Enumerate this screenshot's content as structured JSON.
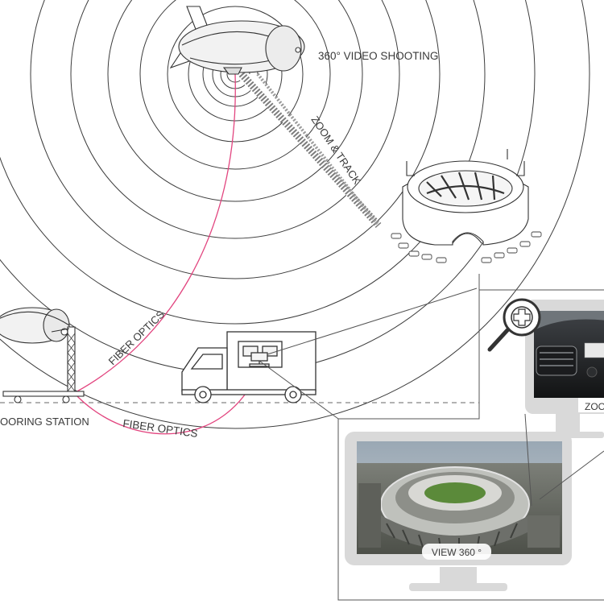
{
  "labels": {
    "video_shooting": "360° VIDEO SHOOTING",
    "zoom_track": "ZOOM & TRACK",
    "fiber_optics_upper": "FIBER OPTICS",
    "fiber_optics_lower": "FIBER OPTICS",
    "mooring_station": "OORING STATION",
    "view_360": "VIEW 360 °",
    "zoom_label": "ZOO"
  },
  "colors": {
    "fiber": "#e2457f",
    "line": "#444444",
    "monitor_frame": "#d9d9d9"
  },
  "icons": [
    "airship-icon",
    "moored-balloon-icon",
    "truck-icon",
    "stadium-icon",
    "car-icon",
    "zoom-magnifier-icon",
    "monitor-icon"
  ]
}
